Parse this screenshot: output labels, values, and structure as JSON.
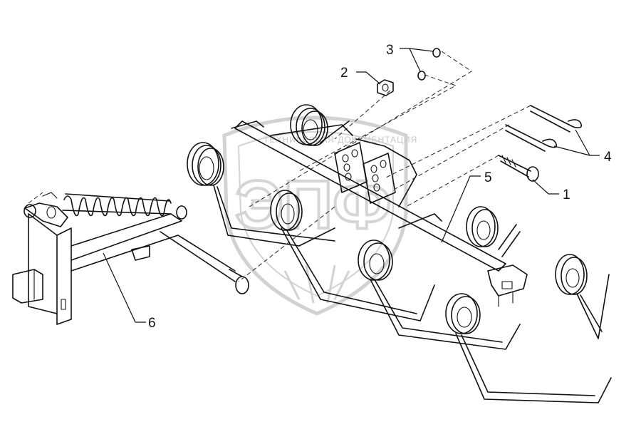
{
  "callouts": [
    {
      "id": "1",
      "label": "1"
    },
    {
      "id": "2",
      "label": "2"
    },
    {
      "id": "3",
      "label": "3"
    },
    {
      "id": "4",
      "label": "4"
    },
    {
      "id": "5",
      "label": "5"
    },
    {
      "id": "6",
      "label": "6"
    }
  ],
  "watermark": {
    "arc_text": "ТЕХНИЧЕСКАЯ ДОКУМЕНТАЦИЯ",
    "logo_text": "ЭПФ"
  }
}
